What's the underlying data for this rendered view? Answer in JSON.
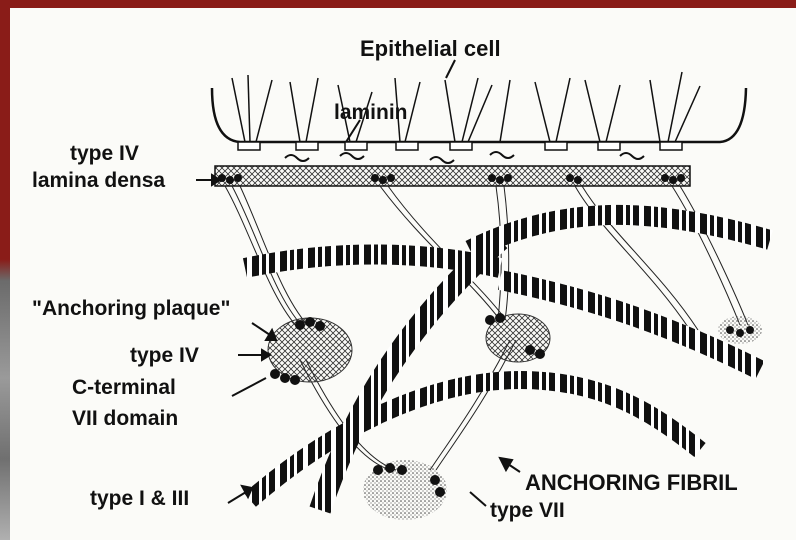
{
  "labels": {
    "epithelial_cell": "Epithelial cell",
    "laminin": "laminin",
    "type_iv_top": "type IV",
    "lamina_densa": "lamina densa",
    "anchoring_plaque": "\"Anchoring plaque\"",
    "type_iv_plaque": "type IV",
    "c_terminal": "C-terminal",
    "vii_domain": "VII domain",
    "type_i_iii": "type I & III",
    "anchoring_fibril": "ANCHORING FIBRIL",
    "type_vii": "type VII"
  },
  "colors": {
    "frame": "#8a1c18",
    "paper": "#fbfbf8",
    "ink": "#111111"
  }
}
